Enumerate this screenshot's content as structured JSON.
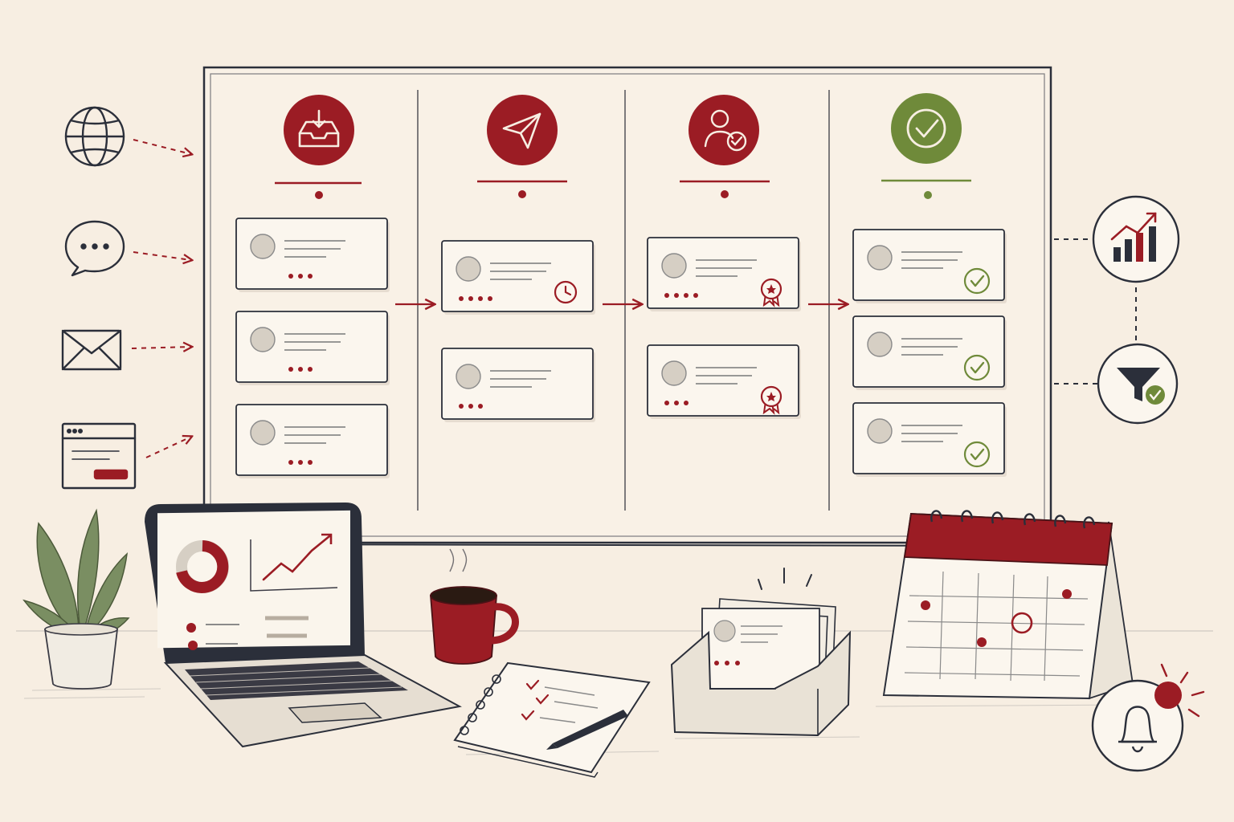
{
  "colors": {
    "background": "#f7eee2",
    "ink": "#2b2f3a",
    "accent": "#9b1c24",
    "success": "#6f8a3a",
    "card": "#fbf6ee",
    "avatar": "#d6cfc4",
    "line": "#8a8a8a"
  },
  "sources": [
    {
      "id": "web",
      "icon": "globe-icon"
    },
    {
      "id": "chat",
      "icon": "chat-bubble-icon"
    },
    {
      "id": "email",
      "icon": "envelope-icon"
    },
    {
      "id": "form",
      "icon": "web-form-icon"
    }
  ],
  "stages": [
    {
      "id": "inbox",
      "icon": "inbox-tray-icon",
      "status": "accent",
      "cards": [
        {
          "badge": "none"
        },
        {
          "badge": "none"
        },
        {
          "badge": "none"
        }
      ]
    },
    {
      "id": "sent",
      "icon": "paper-plane-icon",
      "status": "accent",
      "cards": [
        {
          "badge": "clock-icon"
        },
        {
          "badge": "none"
        }
      ]
    },
    {
      "id": "qualified",
      "icon": "user-check-icon",
      "status": "accent",
      "cards": [
        {
          "badge": "award-ribbon-icon"
        },
        {
          "badge": "award-ribbon-icon"
        }
      ]
    },
    {
      "id": "done",
      "icon": "check-circle-icon",
      "status": "success",
      "cards": [
        {
          "badge": "check-icon"
        },
        {
          "badge": "check-icon"
        },
        {
          "badge": "check-icon"
        }
      ]
    }
  ],
  "outputs": [
    {
      "id": "analytics",
      "icon": "bar-chart-trend-icon"
    },
    {
      "id": "filter",
      "icon": "funnel-check-icon"
    }
  ],
  "desk": {
    "laptop": {
      "icon": "laptop-dashboard-icon"
    },
    "plant": {
      "icon": "potted-plant-icon"
    },
    "mug": {
      "icon": "coffee-mug-icon"
    },
    "notepad": {
      "icon": "notepad-checklist-icon"
    },
    "card_tray": {
      "icon": "card-tray-icon"
    },
    "calendar": {
      "icon": "desk-calendar-icon"
    },
    "notification": {
      "icon": "bell-icon"
    }
  }
}
